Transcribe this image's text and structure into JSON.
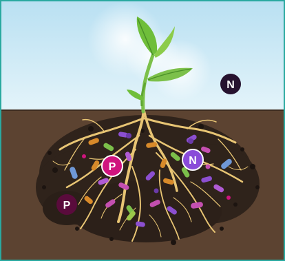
{
  "colors": {
    "frame": "#2aa9a0",
    "sky_top": "#bfe3f3",
    "sky_bottom": "#e6f5fb",
    "soil": "#5c4331",
    "soil_dark": "#3a2b20",
    "root": "#e9c777",
    "leaf": "#6fbe3a",
    "leaf_dark": "#3f8f2a",
    "badge_n_dark": "#26122f",
    "badge_n_purple": "#8a4bd9",
    "badge_p_magenta": "#d0147e",
    "badge_p_dark": "#5a0b3c"
  },
  "badges": [
    {
      "id": "n-sky",
      "label": "N",
      "fill": "#26122f"
    },
    {
      "id": "n-soil",
      "label": "N",
      "fill": "#8a4bd9"
    },
    {
      "id": "p-center",
      "label": "P",
      "fill": "#d0147e"
    },
    {
      "id": "p-left",
      "label": "P",
      "fill": "#5a0b3c"
    }
  ],
  "icons": [
    "seedling-icon",
    "root-system-icon",
    "microbe-icon"
  ]
}
